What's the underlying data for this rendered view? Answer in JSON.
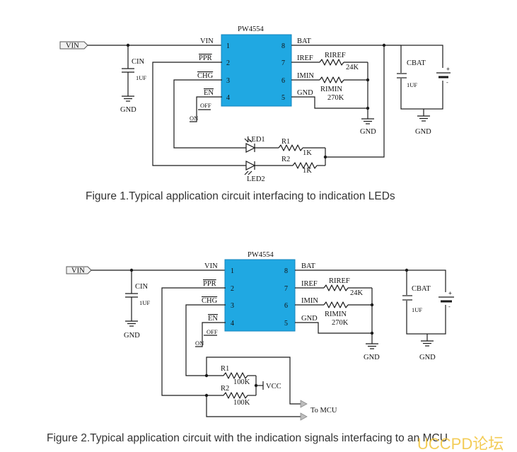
{
  "colors": {
    "ic_fill": "#20a8e2",
    "ic_stroke": "#1585bd",
    "wire": "#1a1a1a",
    "watermark": "#f2c43a"
  },
  "fig1": {
    "chip": "PW4554",
    "pins_left": [
      {
        "num": "1",
        "label": "VIN"
      },
      {
        "num": "2",
        "label": "PPR"
      },
      {
        "num": "3",
        "label": "CHG"
      },
      {
        "num": "4",
        "label": "EN"
      }
    ],
    "pins_right": [
      {
        "num": "8",
        "label": "BAT"
      },
      {
        "num": "7",
        "label": "IREF"
      },
      {
        "num": "6",
        "label": "IMIN"
      },
      {
        "num": "5",
        "label": "GND"
      }
    ],
    "vin_port": "VIN",
    "cin": "CIN",
    "cin_val": "1UF",
    "cbat": "CBAT",
    "cbat_val": "1UF",
    "riref": "RIREF",
    "riref_val": "24K",
    "rimin": "RIMIN",
    "rimin_val": "270K",
    "gnd": "GND",
    "off": "OFF",
    "on": "ON",
    "led1": "LED1",
    "led2": "LED2",
    "r1": "R1",
    "r1_val": "1K",
    "r2": "R2",
    "r2_val": "1K",
    "caption": "Figure 1.Typical application circuit interfacing to indication LEDs"
  },
  "fig2": {
    "chip": "PW4554",
    "pins_left": [
      {
        "num": "1",
        "label": "VIN"
      },
      {
        "num": "2",
        "label": "PPR"
      },
      {
        "num": "3",
        "label": "CHG"
      },
      {
        "num": "4",
        "label": "EN"
      }
    ],
    "pins_right": [
      {
        "num": "8",
        "label": "BAT"
      },
      {
        "num": "7",
        "label": "IREF"
      },
      {
        "num": "6",
        "label": "IMIN"
      },
      {
        "num": "5",
        "label": "GND"
      }
    ],
    "vin_port": "VIN",
    "cin": "CIN",
    "cin_val": "1UF",
    "cbat": "CBAT",
    "cbat_val": "1UF",
    "riref": "RIREF",
    "riref_val": "24K",
    "rimin": "RIMIN",
    "rimin_val": "270K",
    "gnd": "GND",
    "off": "OFF",
    "on": "ON",
    "r1": "R1",
    "r1_val": "100K",
    "r2": "R2",
    "r2_val": "100K",
    "vcc": "VCC",
    "to_mcu": "To MCU",
    "caption": "Figure 2.Typical application circuit with the indication signals interfacing to an MCU"
  },
  "watermark": "UCCPD论坛"
}
